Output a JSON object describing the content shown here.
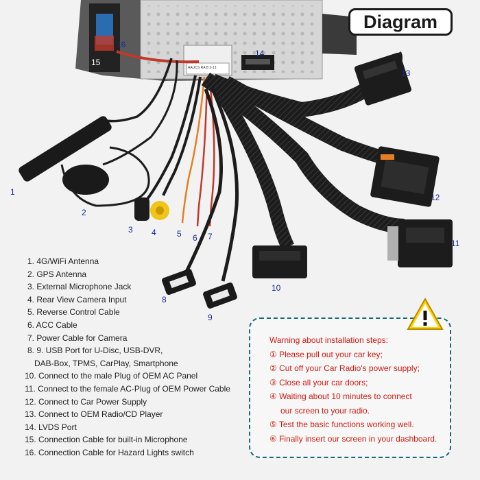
{
  "title": "Diagram",
  "callouts": [
    "1",
    "2",
    "3",
    "4",
    "5",
    "6",
    "7",
    "8",
    "9",
    "10",
    "11",
    "12",
    "13",
    "14",
    "15",
    "16"
  ],
  "connector_labels": {
    "head_unit_small": "AAUCS RA B 3-13"
  },
  "legend": [
    "1. 4G/WiFi Antenna",
    "2. GPS Antenna",
    "3. External Microphone Jack",
    "4. Rear View Camera Input",
    "5. Reverse Control Cable",
    "6. ACC Cable",
    "7. Power Cable for Camera",
    "8. 9. USB Port for U-Disc, USB-DVR,",
    "DAB-Box, TPMS, CarPlay, Smartphone",
    "10. Connect to the male Plug of OEM AC Panel",
    "11. Connect to the female AC-Plug of OEM Power Cable",
    "12. Connect to Car Power Supply",
    "13. Connect to OEM Radio/CD Player",
    "14. LVDS Port",
    "15. Connection Cable for built-in Microphone",
    "16. Connection Cable for Hazard Lights switch"
  ],
  "warning": {
    "icon": "warning-triangle-icon",
    "heading": "Warning about installation steps:",
    "steps": [
      "① Please pull out your car key;",
      "② Cut off your Car Radio's power supply;",
      "③ Close all your car doors;",
      "④ Waiting about 10 minutes to connect",
      "our screen to your radio.",
      "⑤ Test the basic functions working well.",
      "⑥ Finally insert our screen in your dashboard."
    ]
  },
  "colors": {
    "background": "#f2f2f2",
    "warning_text": "#d01a10",
    "callout_text": "#1a2a8a",
    "box_border": "#1a6a78",
    "cable": "#1c1c1c",
    "rca_yellow": "#f0c419",
    "wire_red": "#c0392b",
    "wire_orange": "#e67e22"
  }
}
